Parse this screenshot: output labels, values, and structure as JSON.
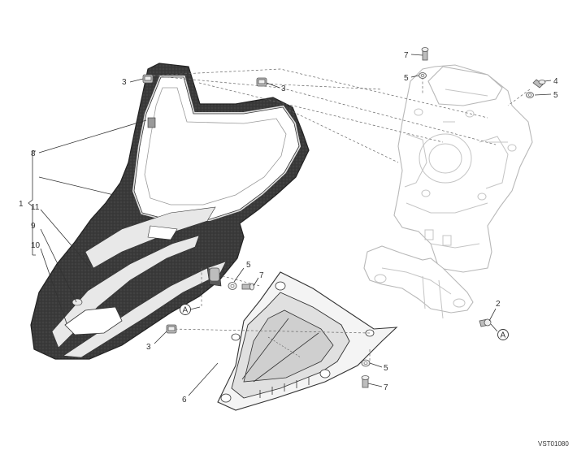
{
  "diagram": {
    "callouts": {
      "c1": "1",
      "c8": "8",
      "c11": "11",
      "c9": "9",
      "c10": "10",
      "c3a": "3",
      "c3b": "3",
      "c3c": "3",
      "c7a": "7",
      "c5a": "5",
      "c4": "4",
      "c5b": "5",
      "c5c": "5",
      "c7b": "7",
      "c2": "2",
      "c6": "6",
      "c5d": "5",
      "c7c": "7"
    },
    "markers": {
      "a_left": "A",
      "a_right": "A"
    },
    "drawing_code": "VST01080",
    "colors": {
      "fairing_dark": "#3c3c3c",
      "stripe_light": "#e8e8e8",
      "ghost_line": "#b8b8b8",
      "line": "#333333"
    }
  }
}
